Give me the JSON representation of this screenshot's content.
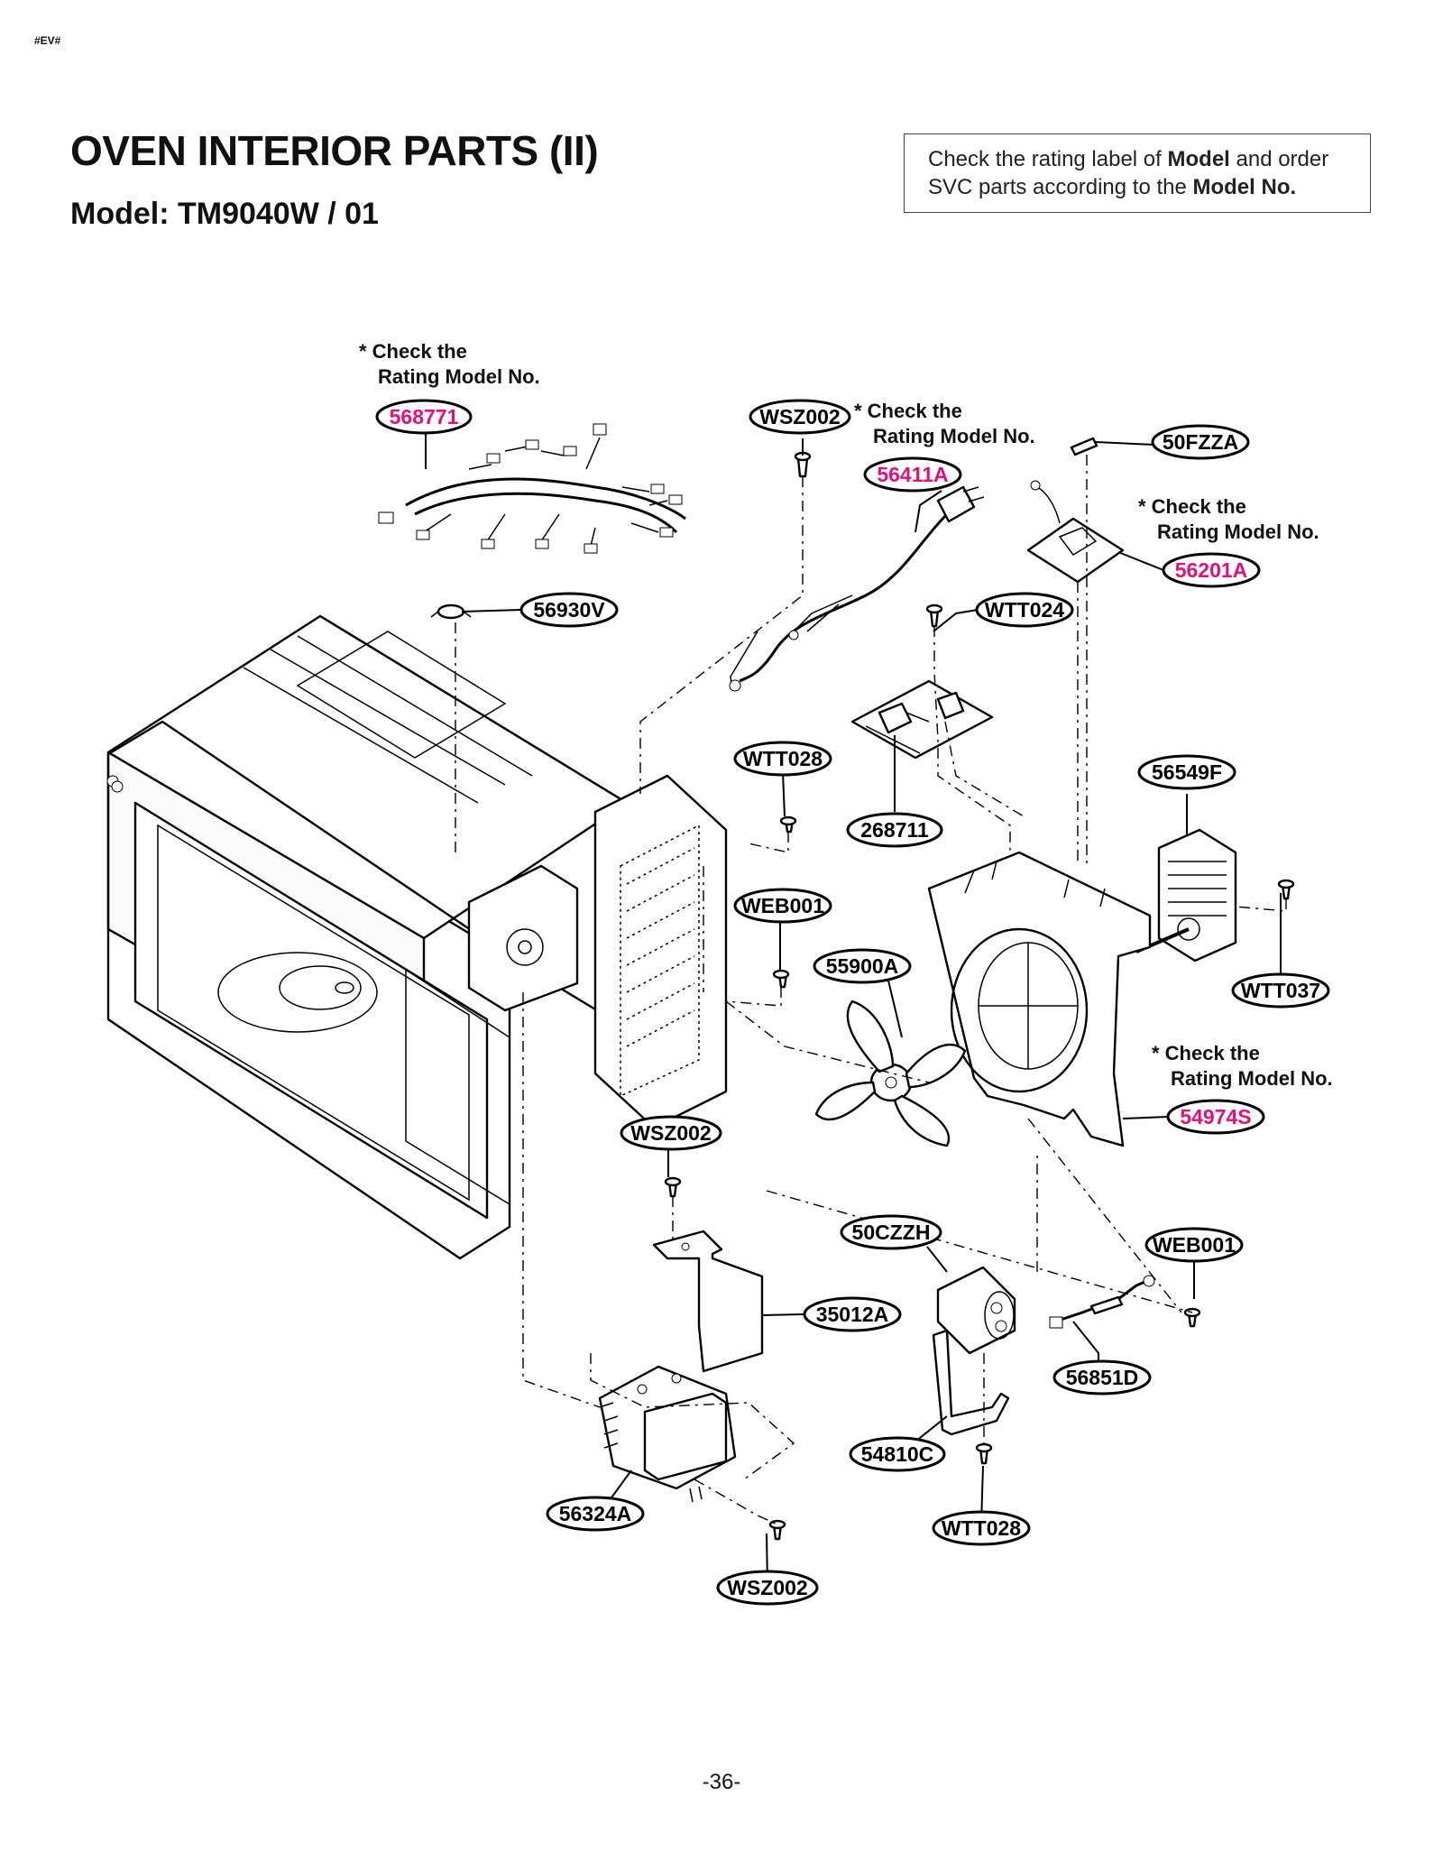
{
  "header": {
    "tag": "#EV#",
    "title": "OVEN INTERIOR PARTS (II)",
    "model_line": "Model: TM9040W / 01"
  },
  "note": {
    "part1": "Check the rating label of ",
    "bold1": "Model",
    "part2": " and order SVC parts according to the ",
    "bold2": "Model No."
  },
  "check_note": {
    "line1": "* Check the",
    "line2": "Rating Model No."
  },
  "parts": {
    "p568771": "568771",
    "p56411A": "56411A",
    "p50FZZA": "50FZZA",
    "p56201A": "56201A",
    "wsz002_top": "WSZ002",
    "p56930V": "56930V",
    "wtt024": "WTT024",
    "wtt028_mid": "WTT028",
    "p268711": "268711",
    "p56549F": "56549F",
    "web001_mid": "WEB001",
    "p55900A": "55900A",
    "wtt037": "WTT037",
    "p54974S": "54974S",
    "wsz002_mid": "WSZ002",
    "p50CZZH": "50CZZH",
    "web001_right": "WEB001",
    "p35012A": "35012A",
    "p56851D": "56851D",
    "p54810C": "54810C",
    "p56324A": "56324A",
    "wtt028_bottom": "WTT028",
    "wsz002_bottom": "WSZ002"
  },
  "highlight_color": "#e0117f",
  "footer": {
    "page_number": "-36-"
  }
}
